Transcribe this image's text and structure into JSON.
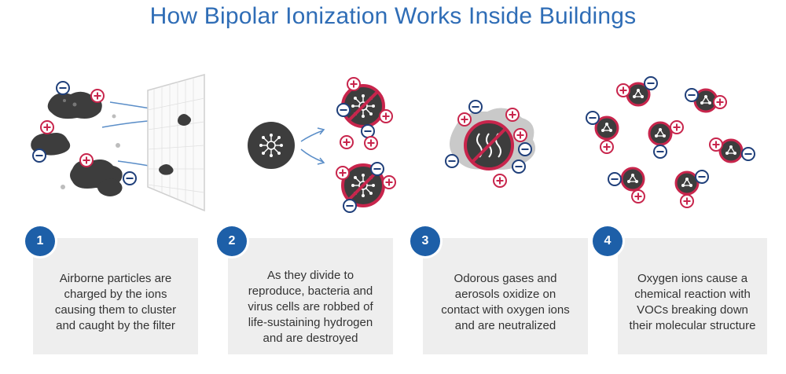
{
  "title": "How Bipolar Ionization Works Inside Buildings",
  "steps": [
    {
      "number": "1",
      "text": "Airborne particles are\ncharged by the ions\ncausing them to cluster\nand caught by the filter"
    },
    {
      "number": "2",
      "text": "As they divide to\nreproduce, bacteria and\nvirus cells are robbed of\nlife-sustaining hydrogen\nand are destroyed"
    },
    {
      "number": "3",
      "text": "Odorous gases and\naerosols oxidize on\ncontact with oxygen ions\nand are neutralized"
    },
    {
      "number": "4",
      "text": "Oxygen ions cause a\nchemical reaction with\nVOCs breaking down\ntheir molecular structure"
    }
  ],
  "colors": {
    "title": "#2f6db6",
    "badge": "#1d5fa8",
    "particle": "#3d3d3d",
    "pink": "#c8254c",
    "negative": "#1f3f7a",
    "card": "#eeeeee"
  },
  "icons": [
    "positive-ion-icon",
    "negative-ion-icon",
    "virus-icon",
    "filter-icon",
    "odor-icon",
    "voc-molecule-icon"
  ]
}
